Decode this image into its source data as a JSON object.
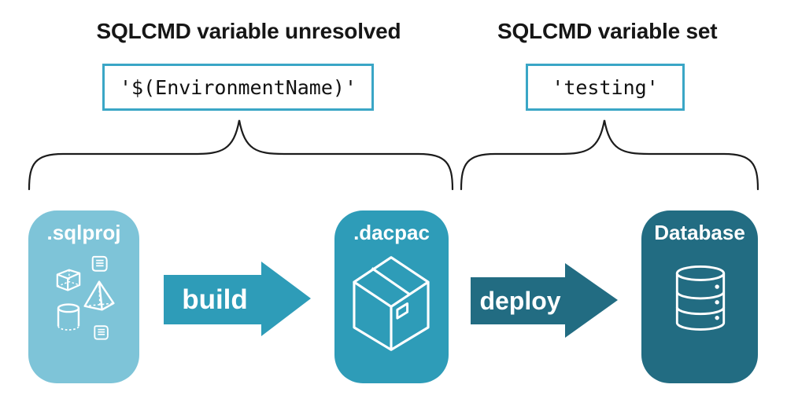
{
  "diagram": {
    "left_group": {
      "heading": "SQLCMD variable unresolved",
      "code": "'$(EnvironmentName)'"
    },
    "right_group": {
      "heading": "SQLCMD variable set",
      "code": "'testing'"
    },
    "nodes": [
      {
        "id": "sqlproj",
        "label": ".sqlproj",
        "icons": [
          "scroll-icon",
          "cube-icon",
          "pyramid-icon",
          "cylinder-icon",
          "scroll-icon"
        ]
      },
      {
        "id": "dacpac",
        "label": ".dacpac",
        "icons": [
          "package-icon"
        ]
      },
      {
        "id": "database",
        "label": "Database",
        "icons": [
          "database-icon"
        ]
      }
    ],
    "arrows": [
      {
        "label": "build"
      },
      {
        "label": "deploy"
      }
    ],
    "colors": {
      "light_blue": "#7EC4D8",
      "teal": "#2E9CB8",
      "dark_teal": "#226C82",
      "code_border": "#3AA6C6",
      "text": "#161616"
    }
  }
}
